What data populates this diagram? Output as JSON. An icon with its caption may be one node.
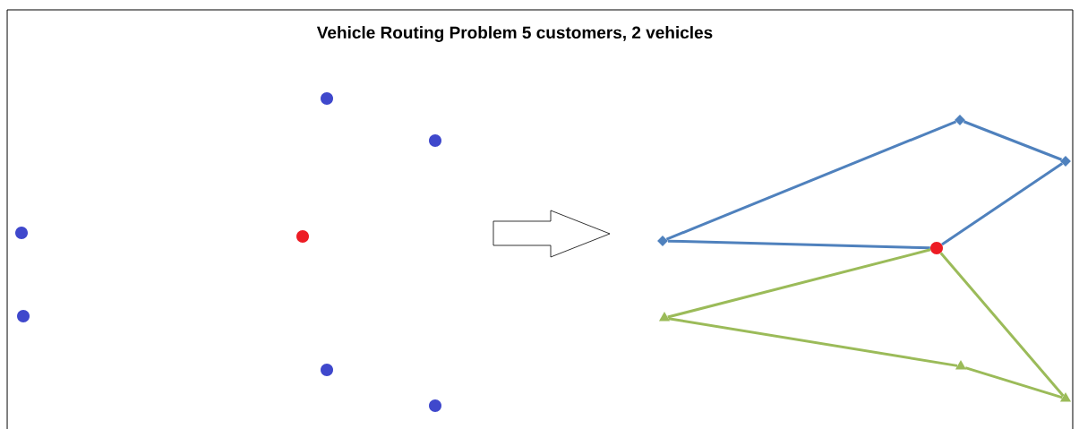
{
  "diagram": {
    "title": "Vehicle Routing Problem 5 customers, 2 vehicles",
    "nodes": [
      {
        "text": [],
        "shape": "circle"
      },
      {
        "text": [],
        "shape": "circle"
      },
      {
        "text": [],
        "shape": "circle"
      },
      {
        "text": [],
        "shape": "circle"
      },
      {
        "text": [],
        "shape": "circle"
      },
      {
        "text": [],
        "shape": "circle"
      },
      {
        "text": [],
        "shape": "circle"
      },
      {
        "text": [],
        "shape": "diamond"
      },
      {
        "text": [],
        "shape": "diamond"
      },
      {
        "text": [],
        "shape": "diamond"
      },
      {
        "text": [],
        "shape": "circle"
      },
      {
        "text": [],
        "shape": "triangle"
      },
      {
        "text": [],
        "shape": "triangle"
      },
      {
        "text": [],
        "shape": "triangle"
      }
    ],
    "edges": [
      {
        "from": 10,
        "to": 9,
        "arrow": "none",
        "color": "#4f81bd"
      },
      {
        "from": 9,
        "to": 7,
        "arrow": "none",
        "color": "#4f81bd"
      },
      {
        "from": 7,
        "to": 8,
        "arrow": "none",
        "color": "#4f81bd"
      },
      {
        "from": 8,
        "to": 10,
        "arrow": "none",
        "color": "#4f81bd"
      },
      {
        "from": 10,
        "to": 11,
        "arrow": "none",
        "color": "#9bbb59"
      },
      {
        "from": 11,
        "to": 12,
        "arrow": "none",
        "color": "#9bbb59"
      },
      {
        "from": 12,
        "to": 13,
        "arrow": "none",
        "color": "#9bbb59"
      },
      {
        "from": 13,
        "to": 10,
        "arrow": "none",
        "color": "#9bbb59"
      }
    ]
  }
}
